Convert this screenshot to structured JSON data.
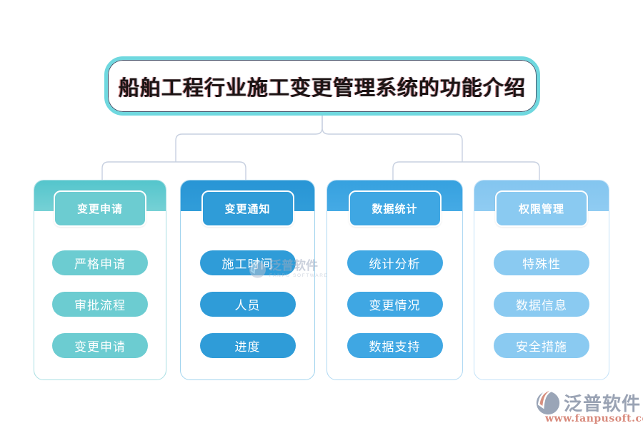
{
  "title": "船舶工程行业施工变更管理系统的功能介绍",
  "columns": [
    {
      "header": "变更申请",
      "items": [
        "严格申请",
        "审批流程",
        "变更申请"
      ],
      "colors": {
        "band_top": "#54c5cc",
        "band_bottom": "#76d1d5",
        "pill": "#6cccd1",
        "border": "#aadfe3"
      }
    },
    {
      "header": "变更通知",
      "items": [
        "施工时间",
        "人员",
        "进度"
      ],
      "colors": {
        "band_top": "#2895d5",
        "band_bottom": "#319dd9",
        "pill": "#2f9cd8",
        "border": "#a2d4ee"
      }
    },
    {
      "header": "数据统计",
      "items": [
        "统计分析",
        "变更情况",
        "数据支持"
      ],
      "colors": {
        "band_top": "#36a1df",
        "band_bottom": "#45aae5",
        "pill": "#3fa7e3",
        "border": "#b0d9f3"
      }
    },
    {
      "header": "权限管理",
      "items": [
        "特殊性",
        "数据信息",
        "安全措施"
      ],
      "colors": {
        "band_top": "#83c5ef",
        "band_bottom": "#90ccf2",
        "pill": "#8acaf1",
        "border": "#c4e2f8"
      }
    }
  ],
  "watermark": {
    "brand": "泛普软件",
    "subtext": "FANPU SOFTWARE"
  },
  "footer": {
    "brand": "泛普软件",
    "url": "www.fanpusoft.com"
  },
  "colors": {
    "title_border": "#6fd8df",
    "title_text": "#1c1414",
    "connector": "#c7d0e0",
    "footer_brand": "#9aa3b4",
    "footer_url": "#d8897b",
    "logo_slate": "#9aa5b7",
    "logo_salmon": "#d78f7f"
  }
}
